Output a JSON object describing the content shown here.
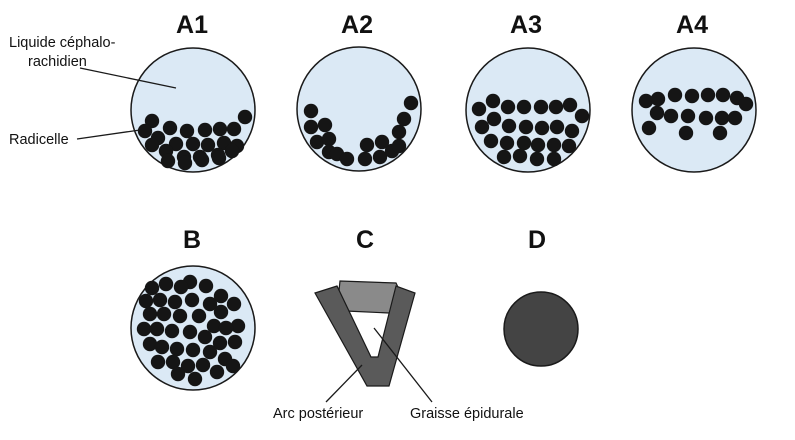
{
  "panels": {
    "A1": "A1",
    "A2": "A2",
    "A3": "A3",
    "A4": "A4",
    "B": "B",
    "C": "C",
    "D": "D"
  },
  "annotations": {
    "csf_line1": "Liquide céphalo-",
    "csf_line2": "rachidien",
    "rootlet": "Radicelle",
    "posterior_arch": "Arc postérieur",
    "epidural_fat": "Graisse épidurale"
  },
  "colors": {
    "csf_fill": "#dbe9f5",
    "rootlet_fill": "#151515",
    "arch_fill": "#5a5a5a",
    "fat_fill": "#8a8a8a",
    "mass_fill": "#444444"
  }
}
